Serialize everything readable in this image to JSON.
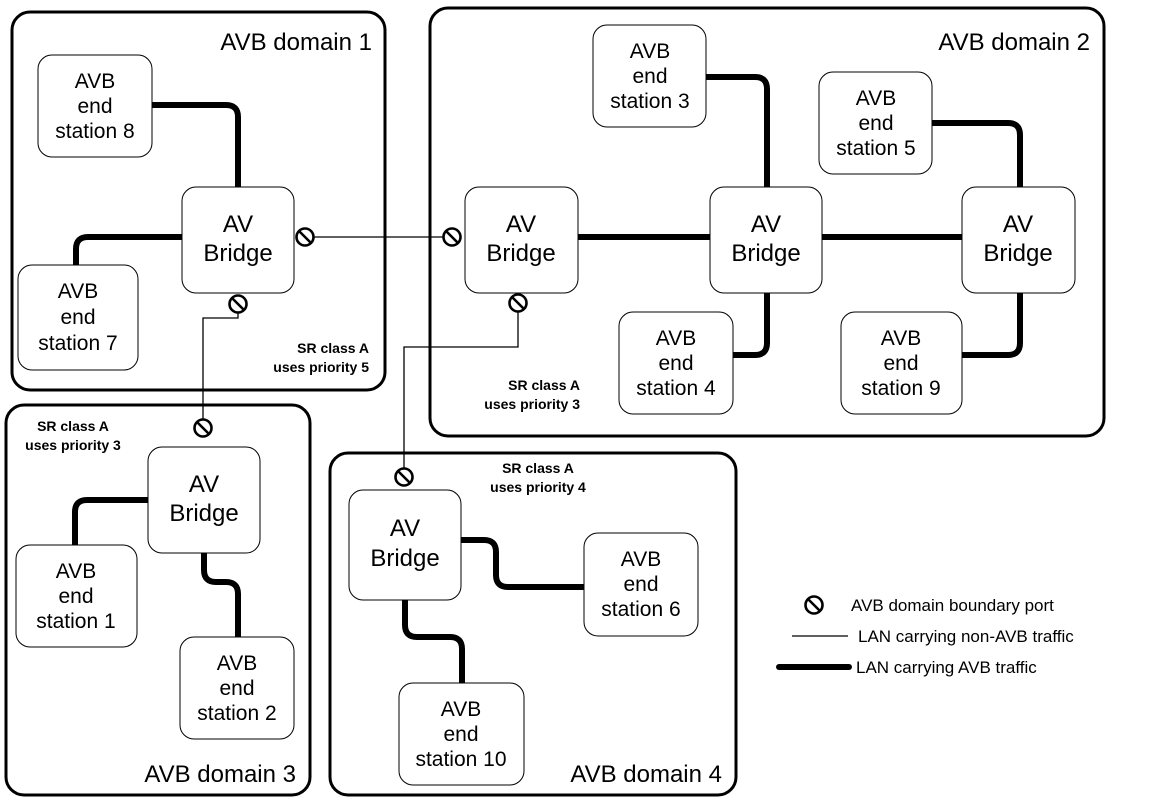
{
  "domains": [
    {
      "id": "d1",
      "title": "AVB domain 1"
    },
    {
      "id": "d2",
      "title": "AVB domain 2"
    },
    {
      "id": "d3",
      "title": "AVB domain 3"
    },
    {
      "id": "d4",
      "title": "AVB domain 4"
    }
  ],
  "bridges": [
    {
      "id": "b1",
      "lines": [
        "AV",
        "Bridge"
      ]
    },
    {
      "id": "b2a",
      "lines": [
        "AV",
        "Bridge"
      ]
    },
    {
      "id": "b2b",
      "lines": [
        "AV",
        "Bridge"
      ]
    },
    {
      "id": "b2c",
      "lines": [
        "AV",
        "Bridge"
      ]
    },
    {
      "id": "b3",
      "lines": [
        "AV",
        "Bridge"
      ]
    },
    {
      "id": "b4",
      "lines": [
        "AV",
        "Bridge"
      ]
    }
  ],
  "stations": [
    {
      "id": "s8",
      "lines": [
        "AVB",
        "end",
        "station 8"
      ]
    },
    {
      "id": "s7",
      "lines": [
        "AVB",
        "end",
        "station 7"
      ]
    },
    {
      "id": "s3",
      "lines": [
        "AVB",
        "end",
        "station 3"
      ]
    },
    {
      "id": "s5",
      "lines": [
        "AVB",
        "end",
        "station 5"
      ]
    },
    {
      "id": "s4",
      "lines": [
        "AVB",
        "end",
        "station 4"
      ]
    },
    {
      "id": "s9",
      "lines": [
        "AVB",
        "end",
        "station 9"
      ]
    },
    {
      "id": "s1",
      "lines": [
        "AVB",
        "end",
        "station 1"
      ]
    },
    {
      "id": "s2",
      "lines": [
        "AVB",
        "end",
        "station 2"
      ]
    },
    {
      "id": "s6",
      "lines": [
        "AVB",
        "end",
        "station 6"
      ]
    },
    {
      "id": "s10",
      "lines": [
        "AVB",
        "end",
        "station 10"
      ]
    }
  ],
  "notes": [
    {
      "id": "n1",
      "lines": [
        "SR class A",
        "uses priority 5"
      ]
    },
    {
      "id": "n2",
      "lines": [
        "SR class A",
        "uses priority 3"
      ]
    },
    {
      "id": "n3",
      "lines": [
        "SR class A",
        "uses priority 3"
      ]
    },
    {
      "id": "n4",
      "lines": [
        "SR class A",
        "uses priority 4"
      ]
    }
  ],
  "legend": {
    "boundary_port": "AVB domain boundary port",
    "non_avb_lan": "LAN carrying non-AVB traffic",
    "avb_lan": "LAN carrying AVB traffic"
  }
}
